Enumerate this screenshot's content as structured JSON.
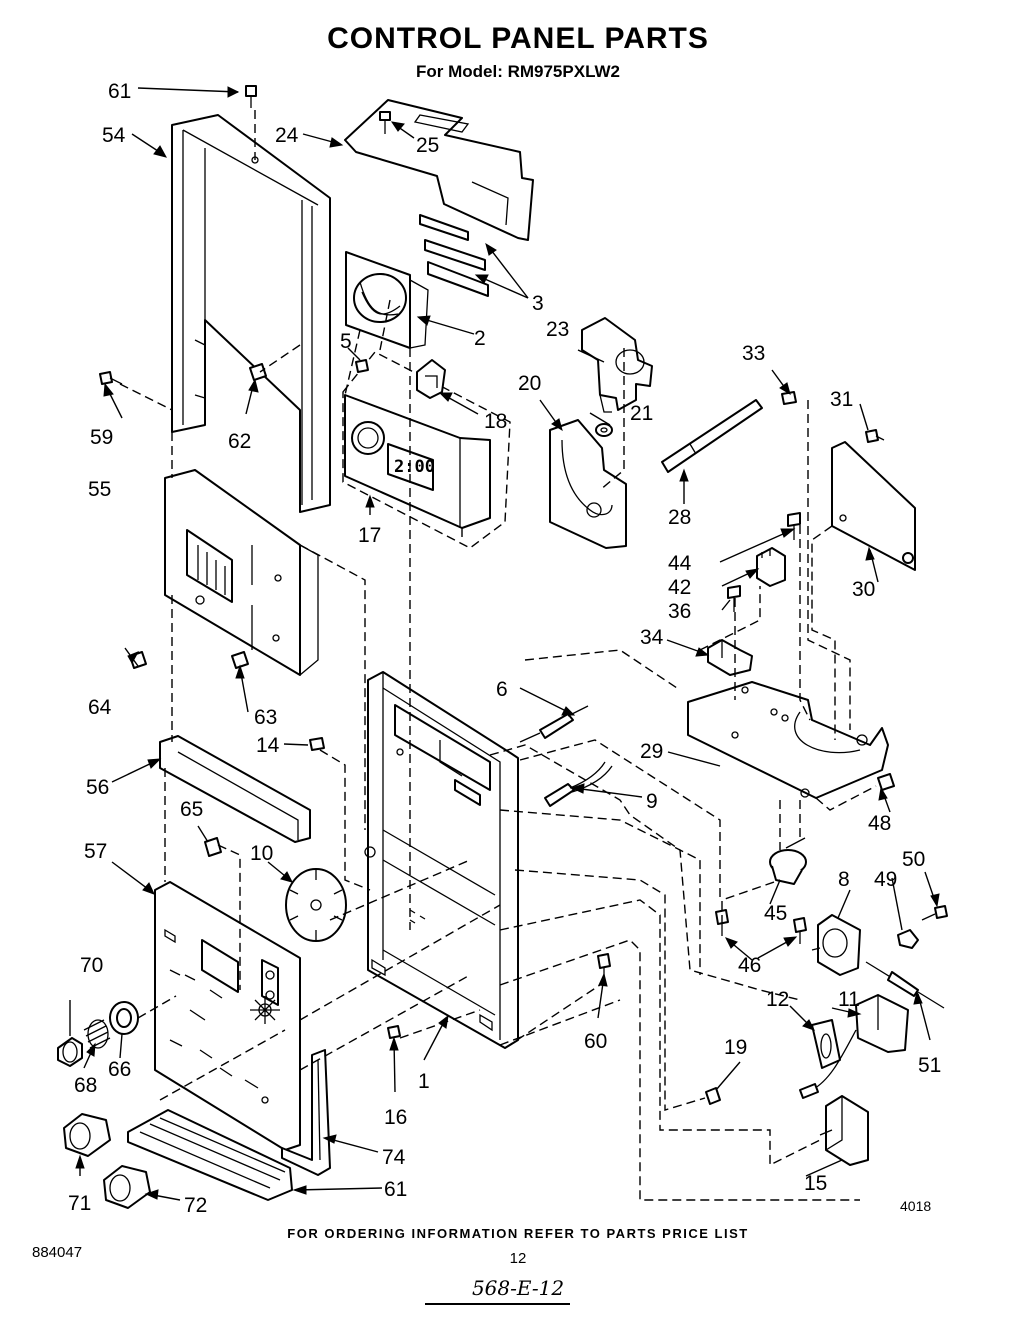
{
  "header": {
    "title": "CONTROL PANEL PARTS",
    "subtitle": "For Model: RM975PXLW2"
  },
  "footer": {
    "ordering_note": "FOR ORDERING INFORMATION REFER TO PARTS PRICE LIST",
    "doc_code": "884047",
    "page_number": "12",
    "handwritten_ref": "568-E-12",
    "drawing_code": "4018"
  },
  "clock_display": "2:00",
  "part_labels": [
    "1",
    "2",
    "3",
    "5",
    "6",
    "8",
    "9",
    "10",
    "11",
    "12",
    "14",
    "15",
    "16",
    "17",
    "18",
    "19",
    "20",
    "21",
    "23",
    "24",
    "25",
    "28",
    "29",
    "30",
    "31",
    "33",
    "34",
    "36",
    "42",
    "44",
    "45",
    "46",
    "48",
    "49",
    "50",
    "51",
    "54",
    "55",
    "56",
    "57",
    "59",
    "60",
    "61",
    "62",
    "63",
    "64",
    "65",
    "66",
    "68",
    "70",
    "71",
    "72",
    "74"
  ]
}
